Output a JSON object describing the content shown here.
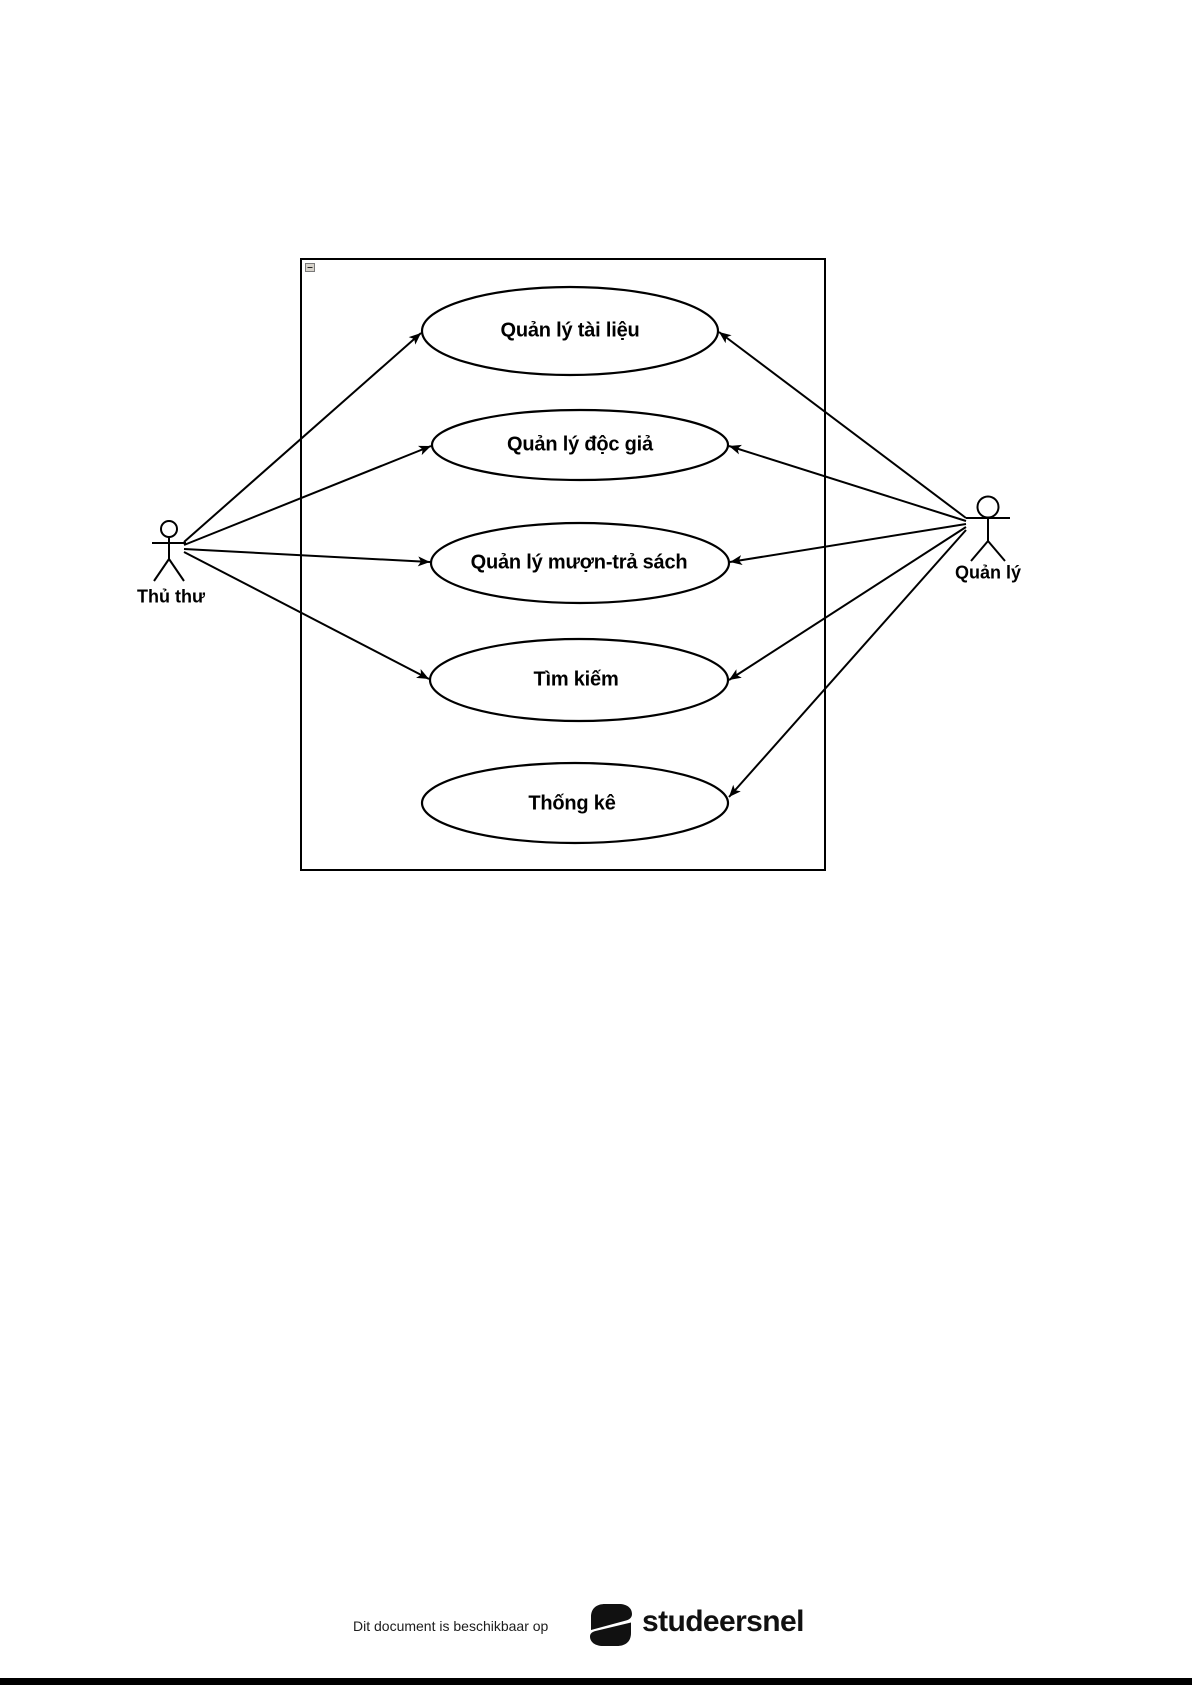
{
  "diagram": {
    "type": "uml-use-case",
    "actors": [
      {
        "id": "librarian",
        "label": "Thủ thư",
        "side": "left"
      },
      {
        "id": "manager",
        "label": "Quản lý",
        "side": "right"
      }
    ],
    "use_cases": [
      {
        "id": "uc1",
        "label": "Quản lý tài liệu"
      },
      {
        "id": "uc2",
        "label": "Quản lý độc giả"
      },
      {
        "id": "uc3",
        "label": "Quản lý mượn-trả sách"
      },
      {
        "id": "uc4",
        "label": "Tìm kiếm"
      },
      {
        "id": "uc5",
        "label": "Thống kê"
      }
    ],
    "connections": [
      {
        "from": "Thủ thư",
        "to": "Quản lý tài liệu"
      },
      {
        "from": "Thủ thư",
        "to": "Quản lý độc giả"
      },
      {
        "from": "Thủ thư",
        "to": "Quản lý mượn-trả sách"
      },
      {
        "from": "Thủ thư",
        "to": "Tìm kiếm"
      },
      {
        "from": "Quản lý",
        "to": "Quản lý tài liệu"
      },
      {
        "from": "Quản lý",
        "to": "Quản lý độc giả"
      },
      {
        "from": "Quản lý",
        "to": "Quản lý mượn-trả sách"
      },
      {
        "from": "Quản lý",
        "to": "Tìm kiếm"
      },
      {
        "from": "Quản lý",
        "to": "Thống kê"
      }
    ],
    "icons": {
      "collapse": "minus-box"
    },
    "colors": {
      "stroke": "#000000",
      "fill": "#ffffff",
      "collapse_icon_bg": "#d7d3cb"
    }
  },
  "footer": {
    "availability_text": "Dit document is beschikbaar op",
    "brand": "studeersnel"
  }
}
